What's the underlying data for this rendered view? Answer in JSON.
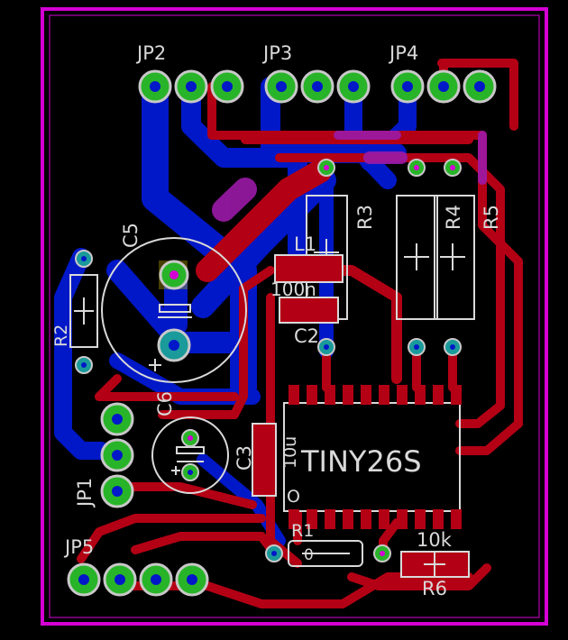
{
  "colors": {
    "background": "#000000",
    "outline": "#d400d4",
    "top": "#b40014",
    "bottom": "#0018c8",
    "pad": "#28b428",
    "ring": "#c8c8c8",
    "silk": "#d9d9d9"
  },
  "labels": {
    "jp2": "JP2",
    "jp3": "JP3",
    "jp4": "JP4",
    "jp5": "JP5",
    "jp1": "JP1",
    "c5": "C5",
    "c6": "C6",
    "c2": "C2",
    "c3": "C3",
    "r2": "R2",
    "r3": "R3",
    "r4": "R4",
    "r5": "R5",
    "r6": "R6",
    "r1": "R1",
    "l1": "L1",
    "l1_value": "100n",
    "c3_value": "10u",
    "r1_value": "0",
    "r6_value": "10k",
    "ic": "TINY26S",
    "ic_pin1_marker": "O"
  }
}
